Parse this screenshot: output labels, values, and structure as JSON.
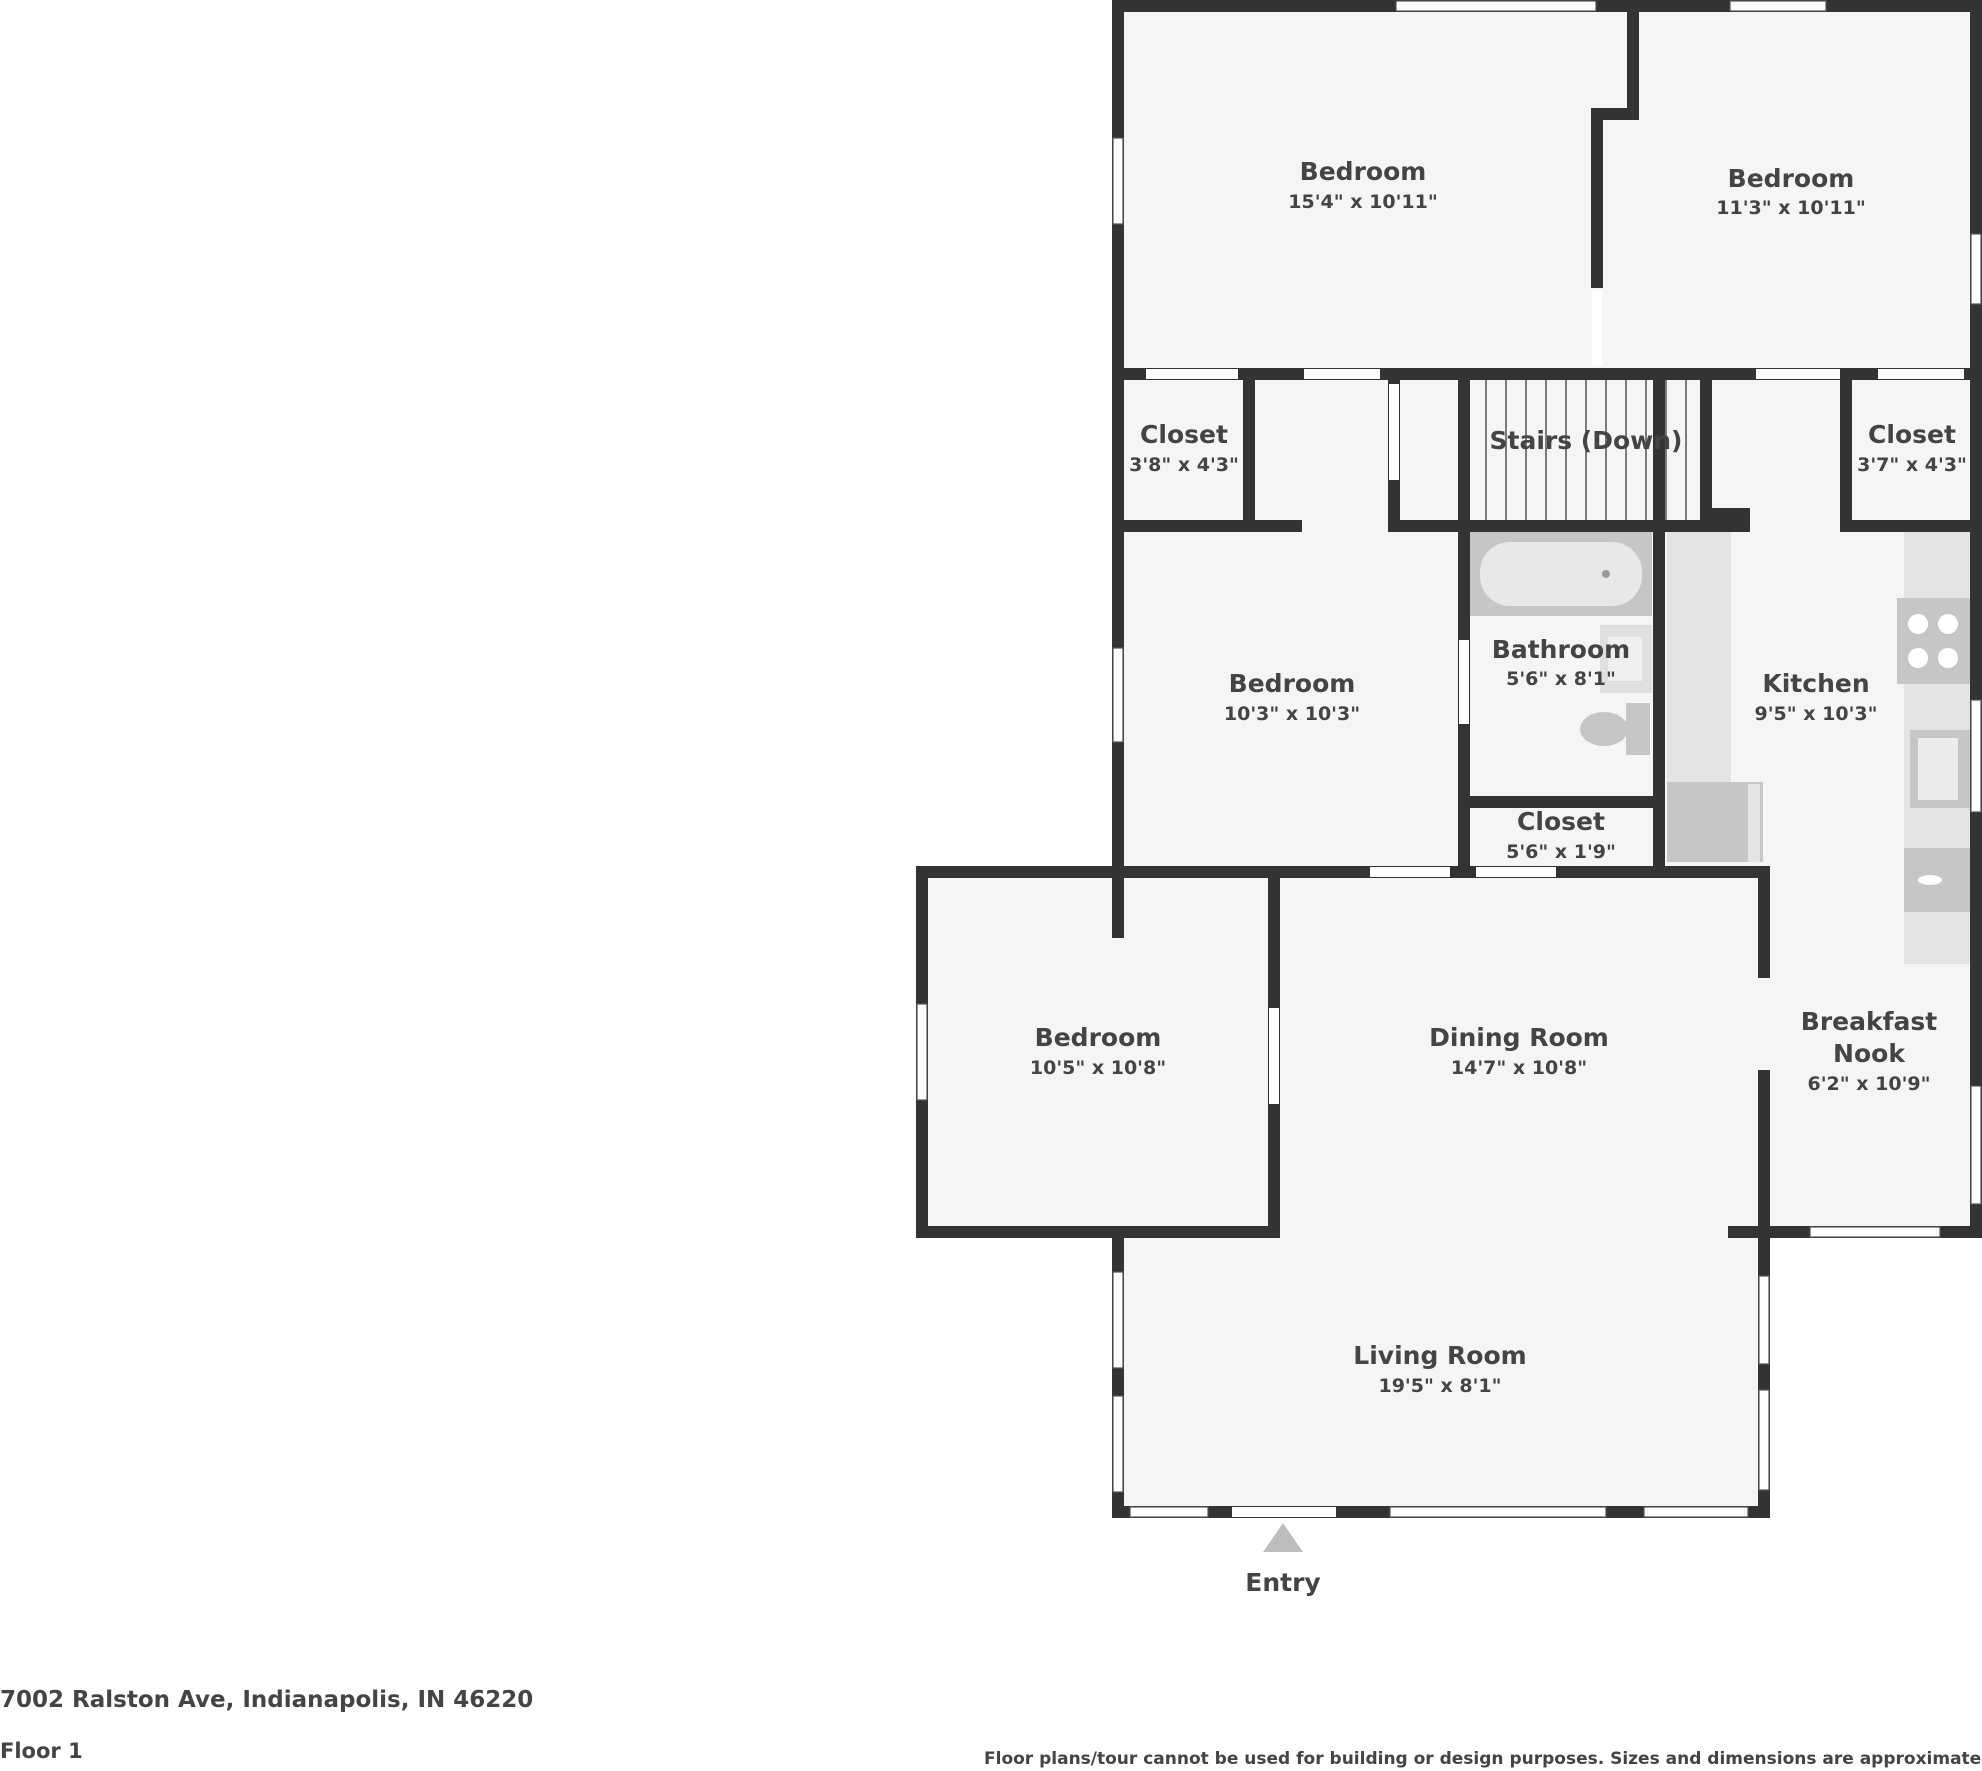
{
  "rooms": [
    {
      "name": "Bedroom",
      "dims": "15'4\" x 10'11\""
    },
    {
      "name": "Bedroom",
      "dims": "11'3\" x 10'11\""
    },
    {
      "name": "Closet",
      "dims": "3'8\" x 4'3\""
    },
    {
      "name": "Stairs (Down)",
      "dims": ""
    },
    {
      "name": "Closet",
      "dims": "3'7\" x 4'3\""
    },
    {
      "name": "Bedroom",
      "dims": "10'3\" x 10'3\""
    },
    {
      "name": "Bathroom",
      "dims": "5'6\" x 8'1\""
    },
    {
      "name": "Kitchen",
      "dims": "9'5\" x 10'3\""
    },
    {
      "name": "Closet",
      "dims": "5'6\" x 1'9\""
    },
    {
      "name": "Bedroom",
      "dims": "10'5\" x 10'8\""
    },
    {
      "name": "Dining Room",
      "dims": "14'7\" x 10'8\""
    },
    {
      "name": "Breakfast",
      "name_line2": "Nook",
      "dims": "6'2\" x 10'9\""
    },
    {
      "name": "Living Room",
      "dims": "19'5\" x 8'1\""
    }
  ],
  "entry_label": "Entry",
  "address": "7002 Ralston Ave, Indianapolis, IN 46220",
  "floor_label": "Floor 1",
  "disclaimer": "Floor plans/tour cannot be used for building or design purposes. Sizes and dimensions are approximate.",
  "colors": {
    "wall": "#333333",
    "floor": "#f5f5f5",
    "fixture": "#c6c6c6",
    "text": "#444444"
  }
}
